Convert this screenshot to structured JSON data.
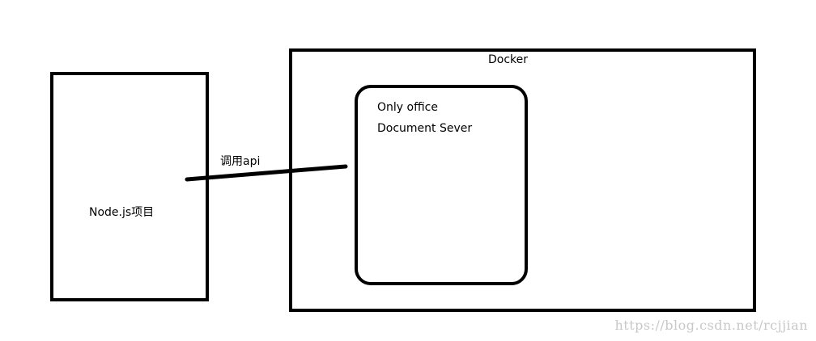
{
  "nodes": {
    "nodejs": {
      "label": "Node.js项目"
    },
    "docker": {
      "label": "Docker"
    },
    "onlyoffice": {
      "line1": "Only office",
      "line2": "Document Sever"
    }
  },
  "edges": [
    {
      "from": "nodejs",
      "to": "onlyoffice",
      "label": "调用api"
    }
  ],
  "watermark": "https://blog.csdn.net/rcjjian"
}
